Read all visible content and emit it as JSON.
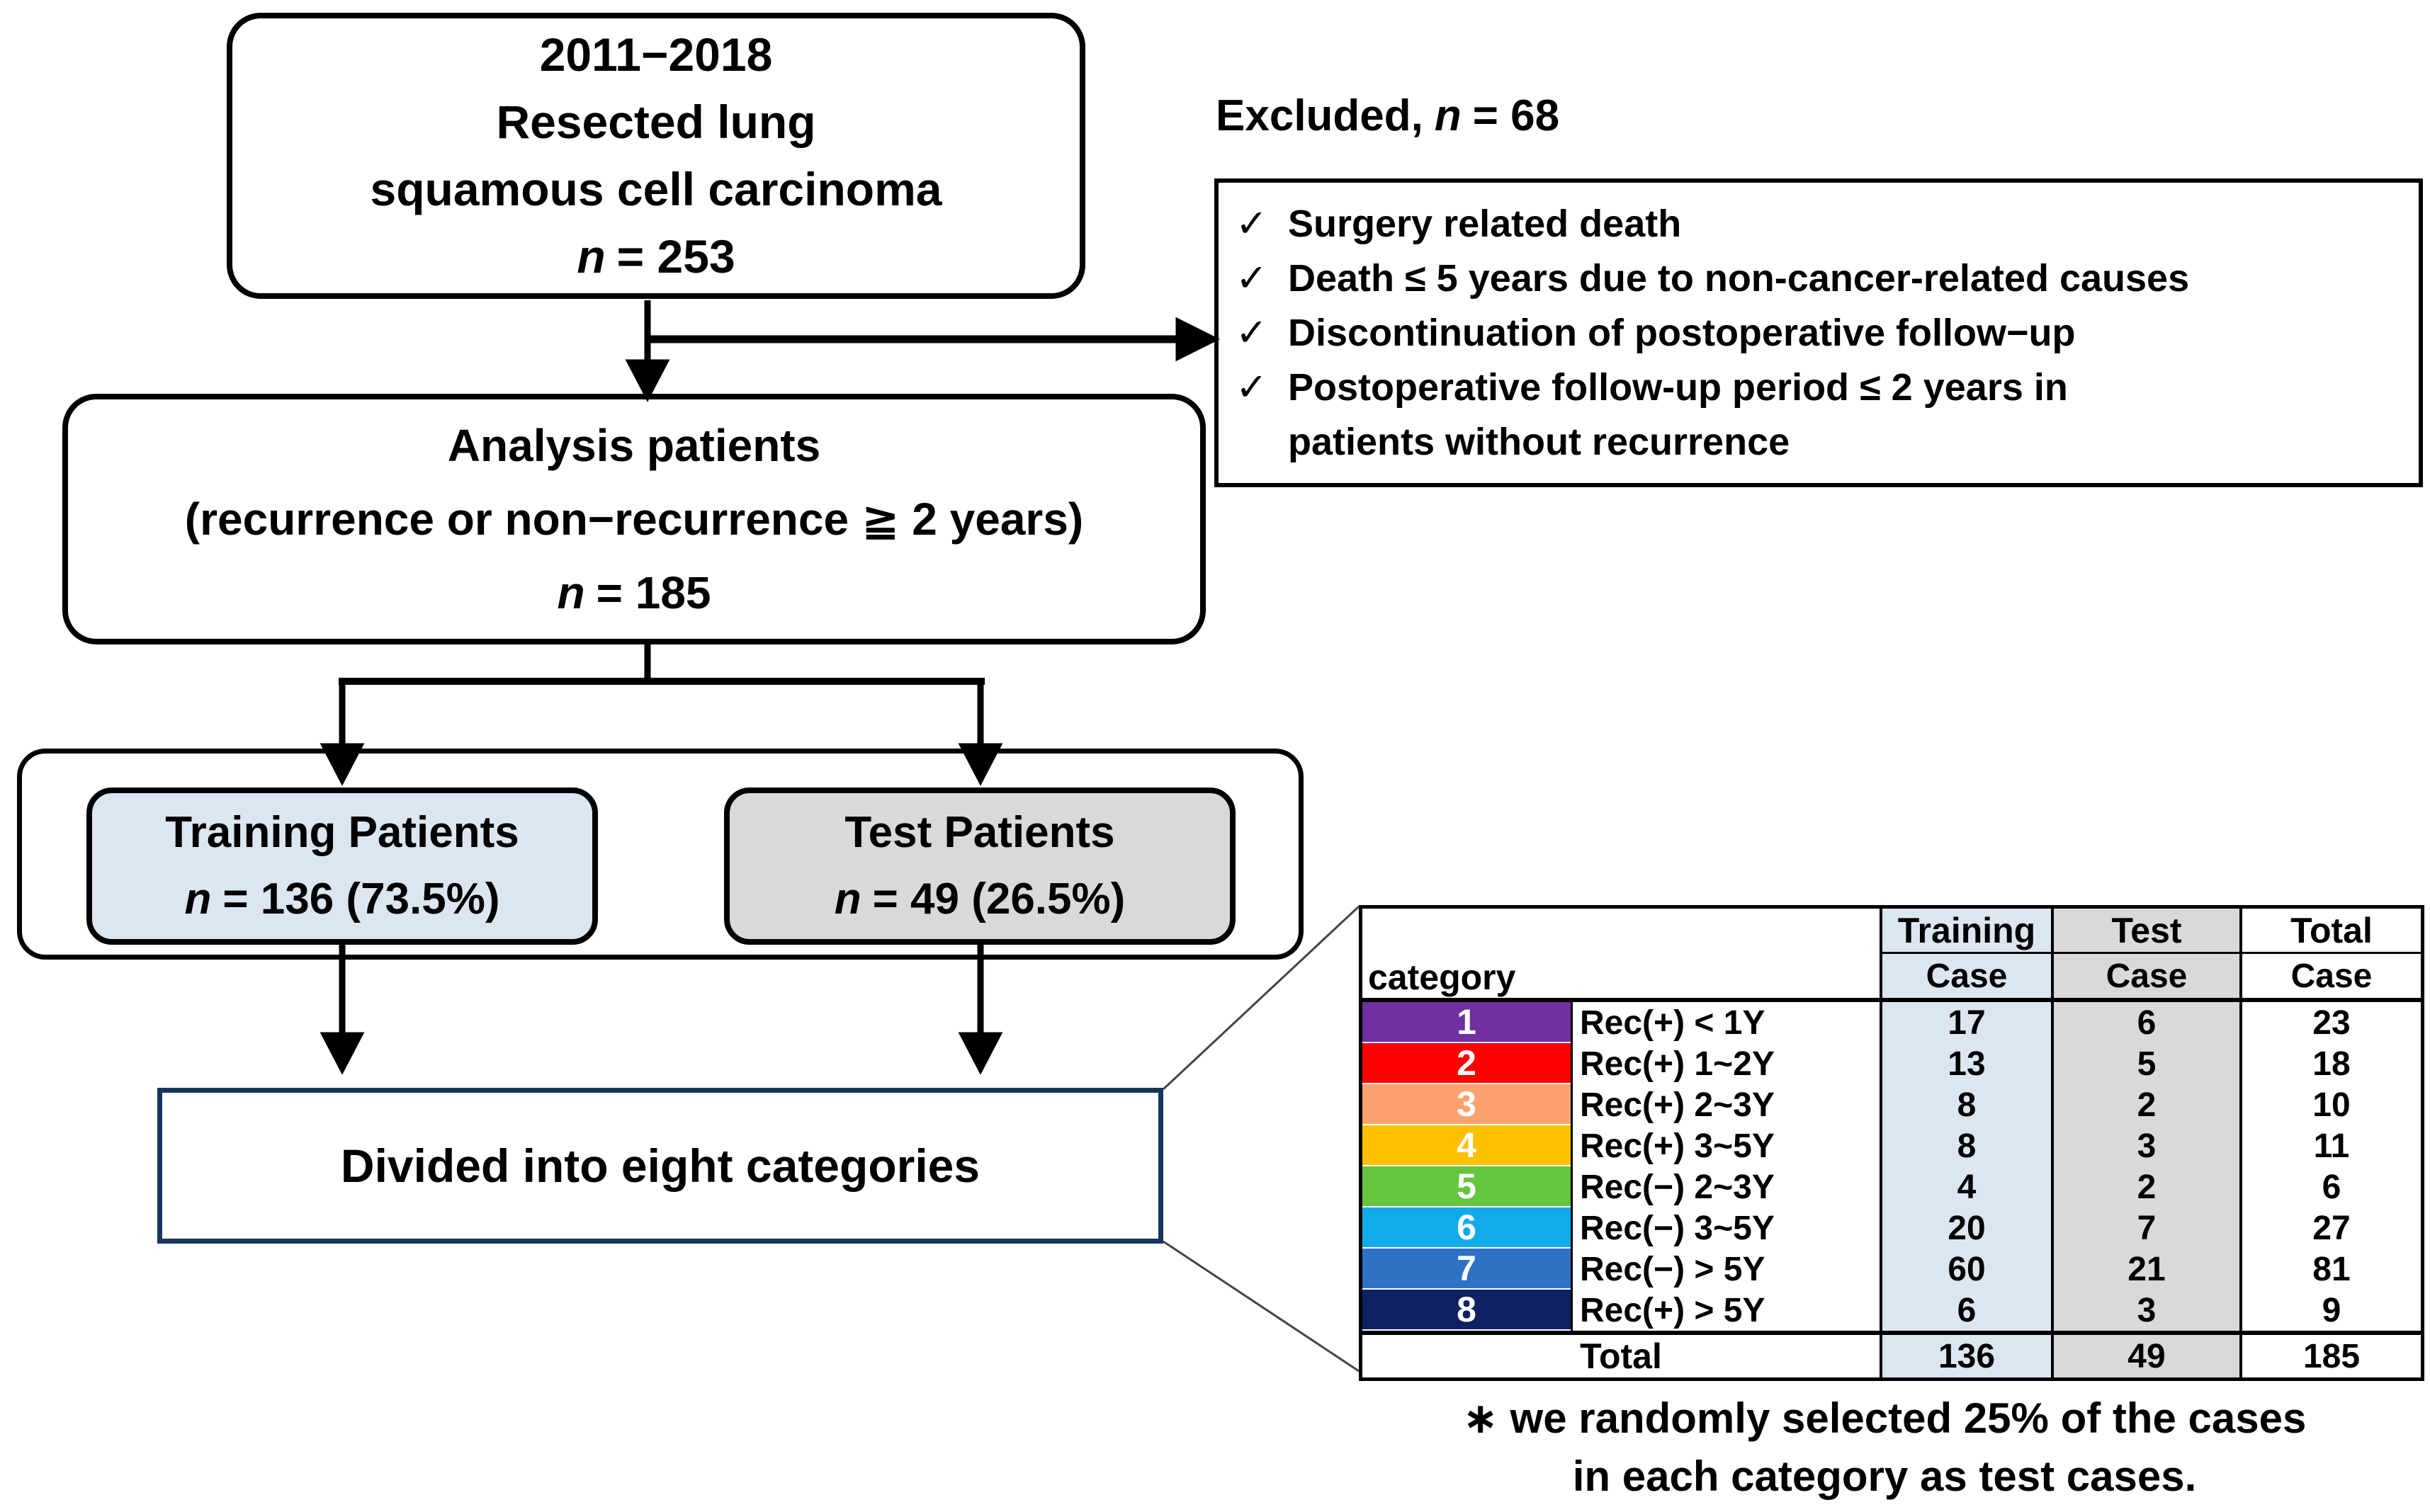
{
  "colors": {
    "training-bg": "#DCE6F1",
    "test-bg": "#D9D9D9",
    "divided-border": "#17365D"
  },
  "top_box": {
    "line1": "2011−2018",
    "line2": "Resected lung",
    "line3": "squamous cell carcinoma",
    "n_symbol": "n",
    "n_rest": "= 253"
  },
  "excluded": {
    "title_prefix": "Excluded,",
    "n_symbol": "n",
    "n_rest": "= 68",
    "lines": [
      {
        "check": "✓",
        "text": "Surgery related death"
      },
      {
        "check": "✓",
        "text": "Death ≤ 5 years due to non-cancer-related causes"
      },
      {
        "check": "✓",
        "text": "Discontinuation of postoperative follow−up"
      },
      {
        "check": "✓",
        "text": "Postoperative follow-up period ≤ 2 years in"
      },
      {
        "check": "",
        "text": "patients without recurrence"
      }
    ]
  },
  "analysis_box": {
    "line1": "Analysis patients",
    "line2": "(recurrence or non−recurrence ≧ 2 years)",
    "n_symbol": "n",
    "n_rest": "= 185"
  },
  "training_box": {
    "title": "Training Patients",
    "n_symbol": "n",
    "n_rest": "= 136 (73.5%)"
  },
  "test_box": {
    "title": "Test Patients",
    "n_symbol": "n",
    "n_rest": "= 49 (26.5%)"
  },
  "divided_box": {
    "label": "Divided into eight categories"
  },
  "table": {
    "corner_label": "category",
    "col_headers": {
      "training": "Training",
      "test": "Test",
      "total": "Total"
    },
    "case_label": "Case",
    "rows": [
      {
        "num": "1",
        "color": "#7030A0",
        "label": "Rec(+) < 1Y",
        "training": "17",
        "test": "6",
        "total": "23"
      },
      {
        "num": "2",
        "color": "#FF0000",
        "label": "Rec(+) 1~2Y",
        "training": "13",
        "test": "5",
        "total": "18"
      },
      {
        "num": "3",
        "color": "#FCA26E",
        "label": "Rec(+) 2~3Y",
        "training": "8",
        "test": "2",
        "total": "10"
      },
      {
        "num": "4",
        "color": "#FFC000",
        "label": "Rec(+) 3~5Y",
        "training": "8",
        "test": "3",
        "total": "11"
      },
      {
        "num": "5",
        "color": "#66C53F",
        "label": "Rec(−) 2~3Y",
        "training": "4",
        "test": "2",
        "total": "6"
      },
      {
        "num": "6",
        "color": "#10ACE9",
        "label": "Rec(−) 3~5Y",
        "training": "20",
        "test": "7",
        "total": "27"
      },
      {
        "num": "7",
        "color": "#2D72C4",
        "label": "Rec(−) > 5Y",
        "training": "60",
        "test": "21",
        "total": "81"
      },
      {
        "num": "8",
        "color": "#0D2163",
        "label": "Rec(+) > 5Y",
        "training": "6",
        "test": "3",
        "total": "9"
      }
    ],
    "total_row": {
      "label": "Total",
      "training": "136",
      "test": "49",
      "total": "185"
    }
  },
  "footnote": {
    "line1": "∗ we randomly selected 25% of the cases",
    "line2": "in each category as test cases."
  }
}
